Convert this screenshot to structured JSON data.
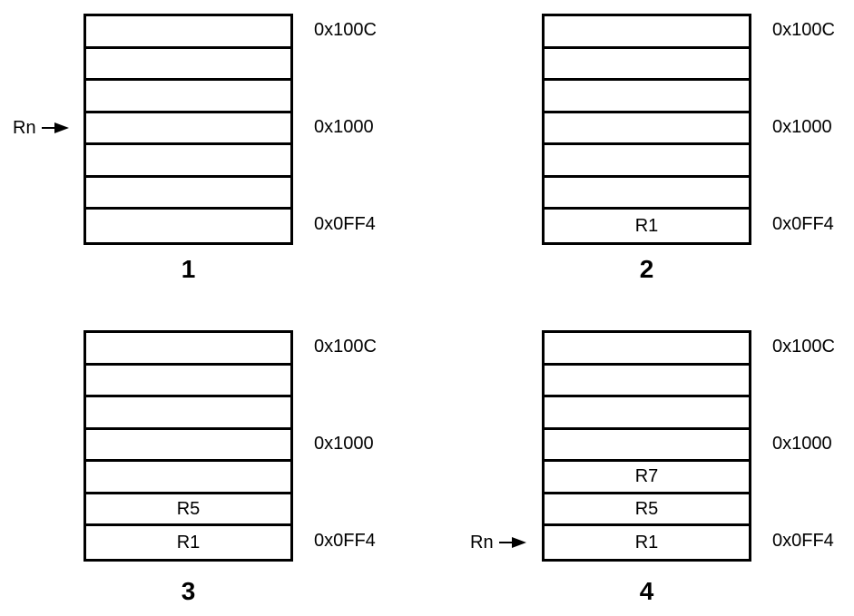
{
  "addresses": {
    "top": "0x100C",
    "middle": "0x1000",
    "bottom": "0x0FF4"
  },
  "panels": [
    {
      "step": "1",
      "cells": [
        "",
        "",
        "",
        "",
        "",
        "",
        ""
      ],
      "pointer_label": "Rn",
      "pointer_cell_index": 3
    },
    {
      "step": "2",
      "cells": [
        "",
        "",
        "",
        "",
        "",
        "",
        "R1"
      ],
      "pointer_label": "",
      "pointer_cell_index": null
    },
    {
      "step": "3",
      "cells": [
        "",
        "",
        "",
        "",
        "",
        "R5",
        "R1"
      ],
      "pointer_label": "",
      "pointer_cell_index": null
    },
    {
      "step": "4",
      "cells": [
        "",
        "",
        "",
        "",
        "R7",
        "R5",
        "R1"
      ],
      "pointer_label": "Rn",
      "pointer_cell_index": 6
    }
  ]
}
